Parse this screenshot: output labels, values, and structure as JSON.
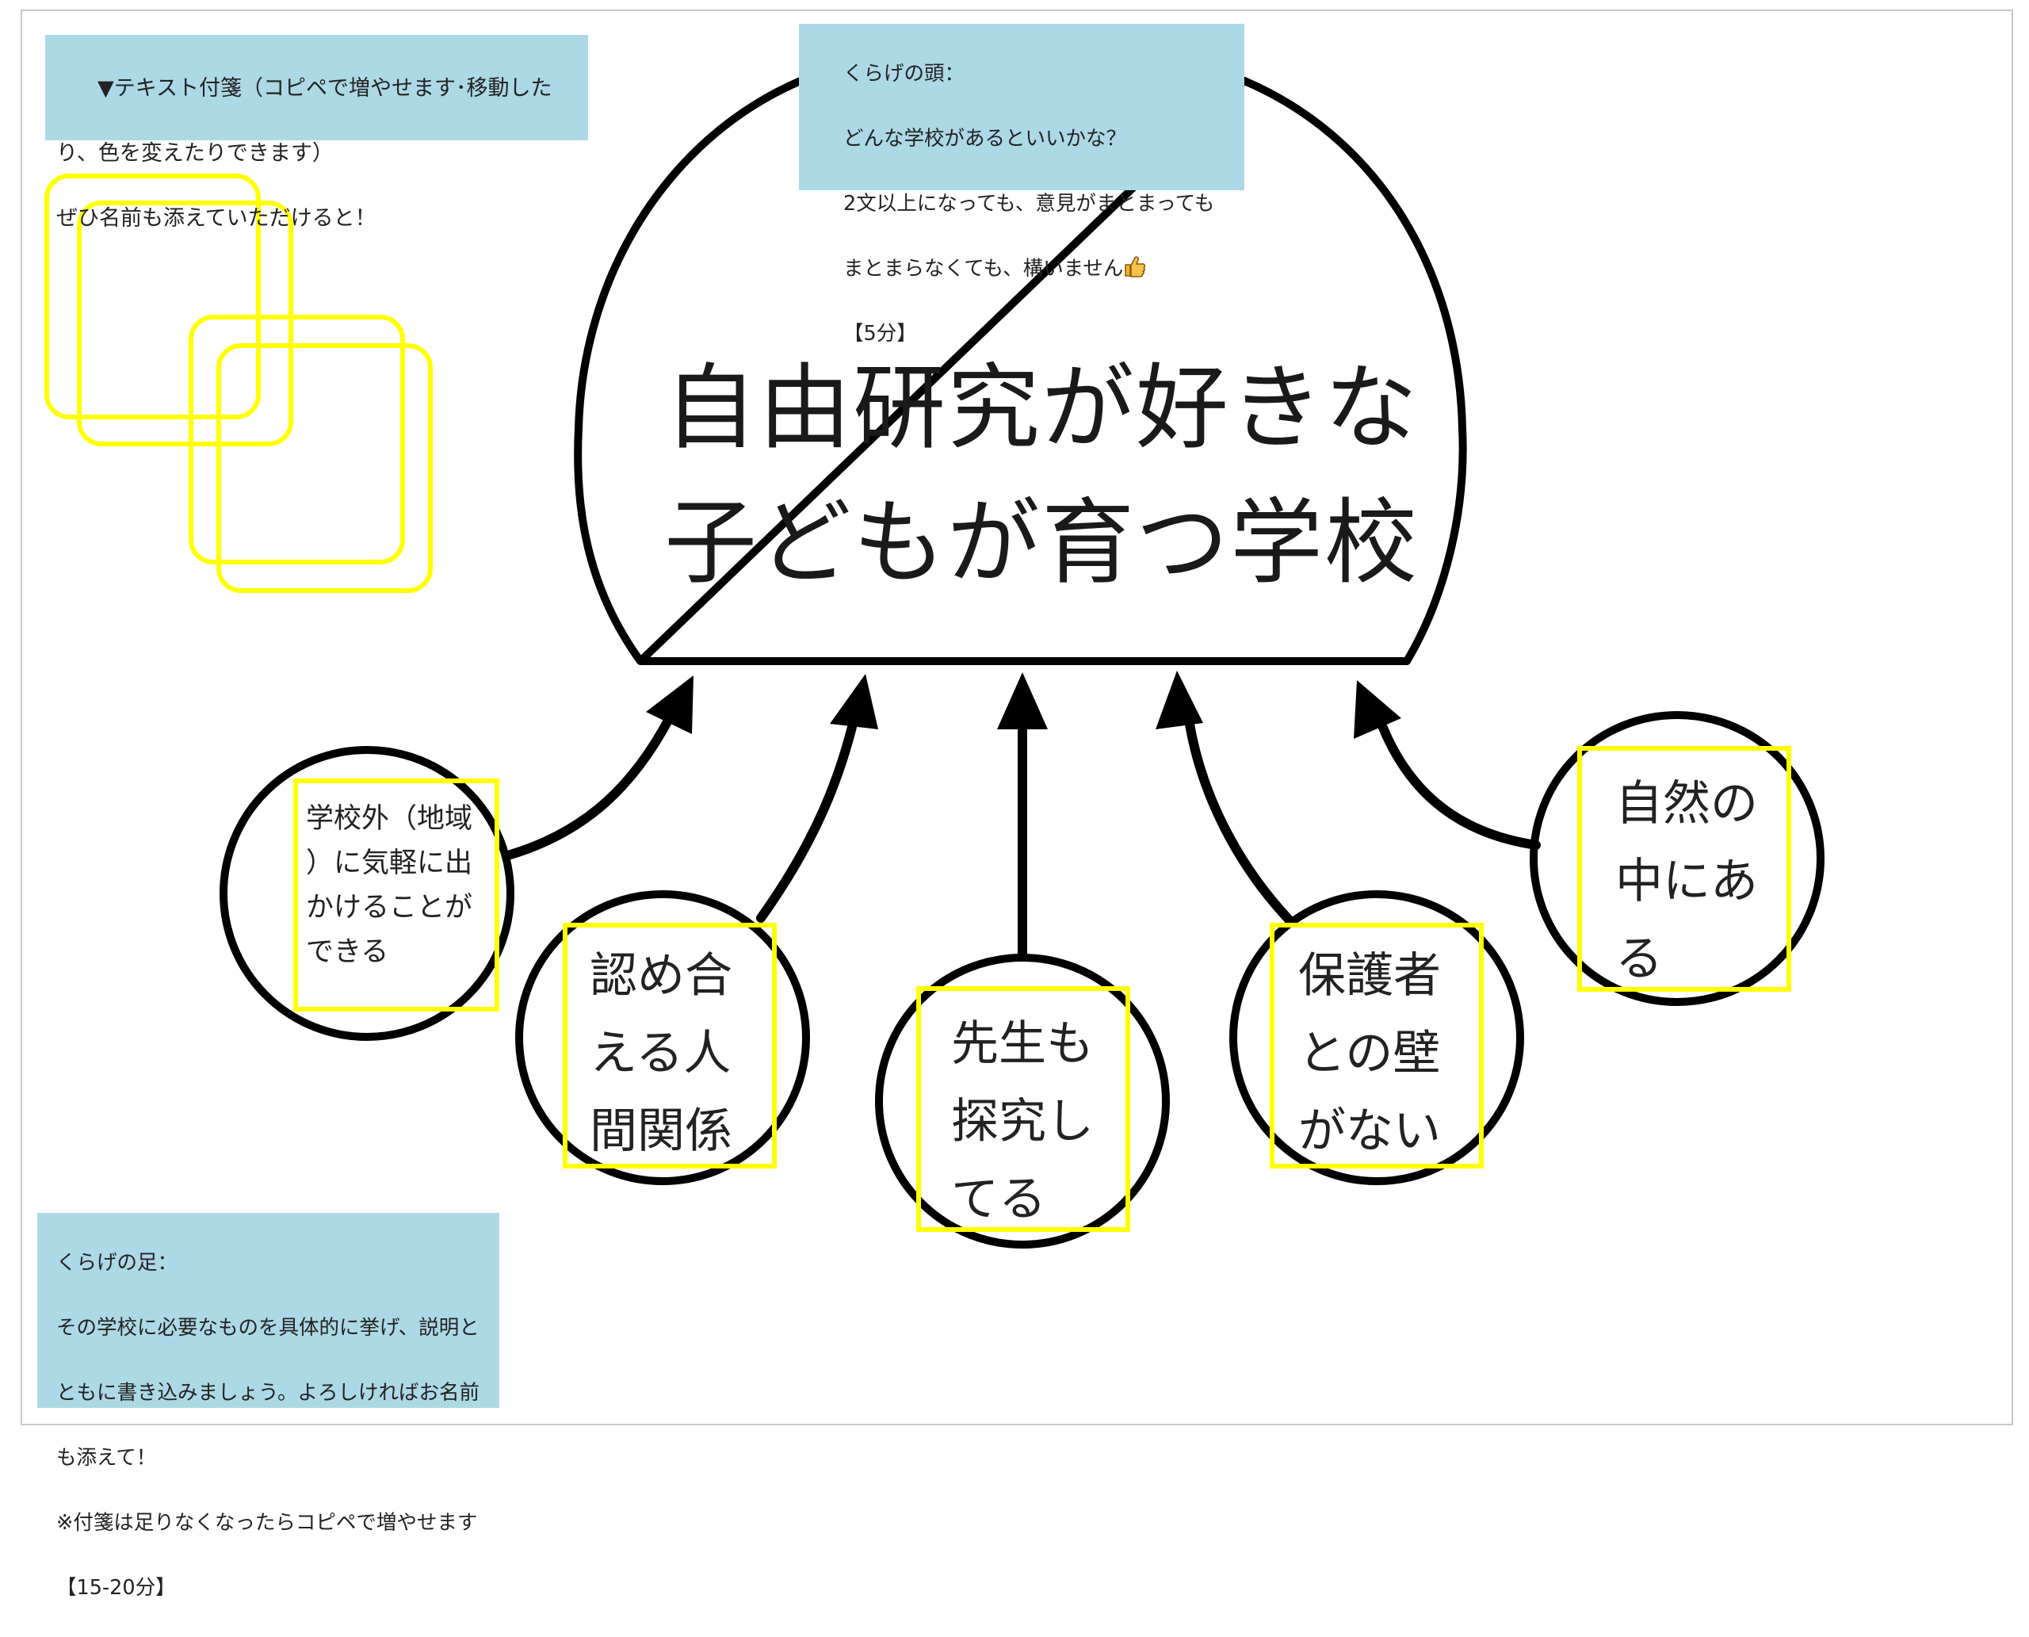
{
  "notes": {
    "sticky_instructions": {
      "line1": "▼テキスト付箋（コピペで増やせます･移動した",
      "line2": "り、色を変えたりできます）",
      "line3": "ぜひ名前も添えていただけると！"
    },
    "head_instructions": {
      "line1": "くらげの頭：",
      "line2": "どんな学校があるといいかな？",
      "line3": "2文以上になっても、意見がまとまっても",
      "line4": "まとまらなくても、構いません",
      "line5": "【5分】"
    },
    "feet_instructions": {
      "line1": "くらげの足：",
      "line2": "その学校に必要なものを具体的に挙げ、説明と",
      "line3": "ともに書き込みましょう。よろしければお名前",
      "line4": "も添えて！",
      "line5": "※付箋は足りなくなったらコピペで増やせます",
      "line6": "【15-20分】"
    }
  },
  "jellyfish_head": {
    "title": "自由研究が好きな\n子どもが育つ学校"
  },
  "jellyfish_feet": [
    {
      "text": "学校外（地域\n）に気軽に出\nかけることが\nできる"
    },
    {
      "text": "認め合\nえる人\n間関係"
    },
    {
      "text": "先生も\n探究し\nてる"
    },
    {
      "text": "保護者\nとの壁\nがない"
    },
    {
      "text": "自然の\n中にあ\nる"
    }
  ],
  "icons": {
    "thumb": "thumbs-up-icon"
  },
  "colors": {
    "note_background": "#add8e6",
    "sticky_border": "#ffff00",
    "line": "#000000"
  }
}
